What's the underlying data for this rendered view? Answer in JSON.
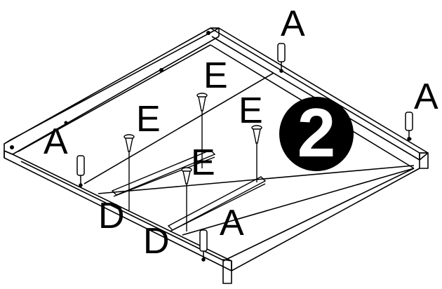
{
  "step": {
    "number": "2"
  },
  "labels": {
    "a_top_right": "A",
    "a_right": "A",
    "a_left": "A",
    "a_bottom": "A",
    "e_top": "E",
    "e_left": "E",
    "e_right": "E",
    "e_middle": "E",
    "d_upper": "D",
    "d_lower": "D"
  },
  "colors": {
    "line": "#000000",
    "background": "#ffffff"
  }
}
